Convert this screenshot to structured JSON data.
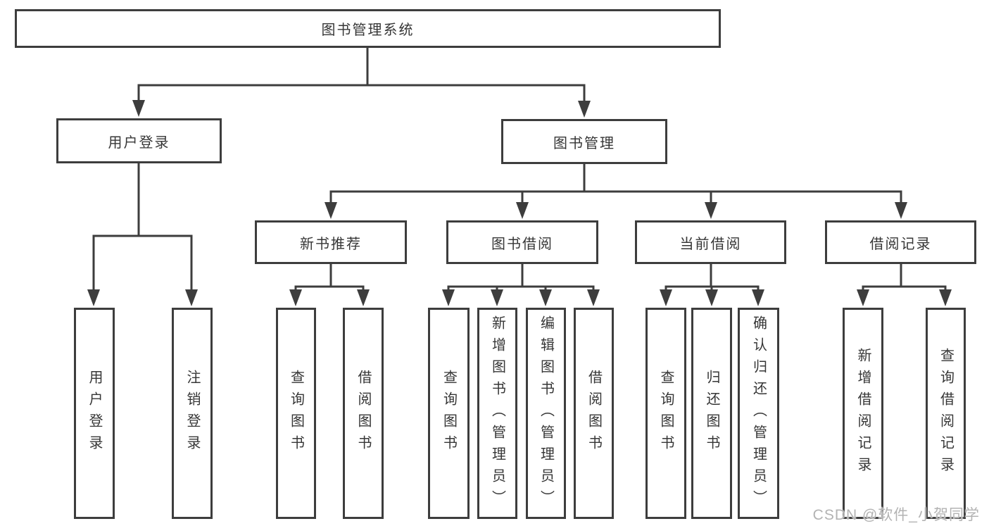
{
  "page": {
    "background": "#ffffff",
    "line_color": "#3d3d3d",
    "text_color": "#363636"
  },
  "watermark": {
    "text": "CSDN @软件_小贺同学",
    "color": "#b3b3b3"
  },
  "tree": {
    "root": {
      "label": "图书管理系统"
    },
    "branches": [
      {
        "label": "用户登录",
        "children": [
          {
            "label": "用户登录"
          },
          {
            "label": "注销登录"
          }
        ]
      },
      {
        "label": "图书管理",
        "children": [
          {
            "label": "新书推荐",
            "children": [
              {
                "label": "查询图书"
              },
              {
                "label": "借阅图书"
              }
            ]
          },
          {
            "label": "图书借阅",
            "children": [
              {
                "label": "查询图书"
              },
              {
                "label": "新增图书（管理员）"
              },
              {
                "label": "编辑图书（管理员）"
              },
              {
                "label": "借阅图书"
              }
            ]
          },
          {
            "label": "当前借阅",
            "children": [
              {
                "label": "查询图书"
              },
              {
                "label": "归还图书"
              },
              {
                "label": "确认归还（管理员）"
              }
            ]
          },
          {
            "label": "借阅记录",
            "children": [
              {
                "label": "新增借阅记录"
              },
              {
                "label": "查询借阅记录"
              }
            ]
          }
        ]
      }
    ]
  }
}
